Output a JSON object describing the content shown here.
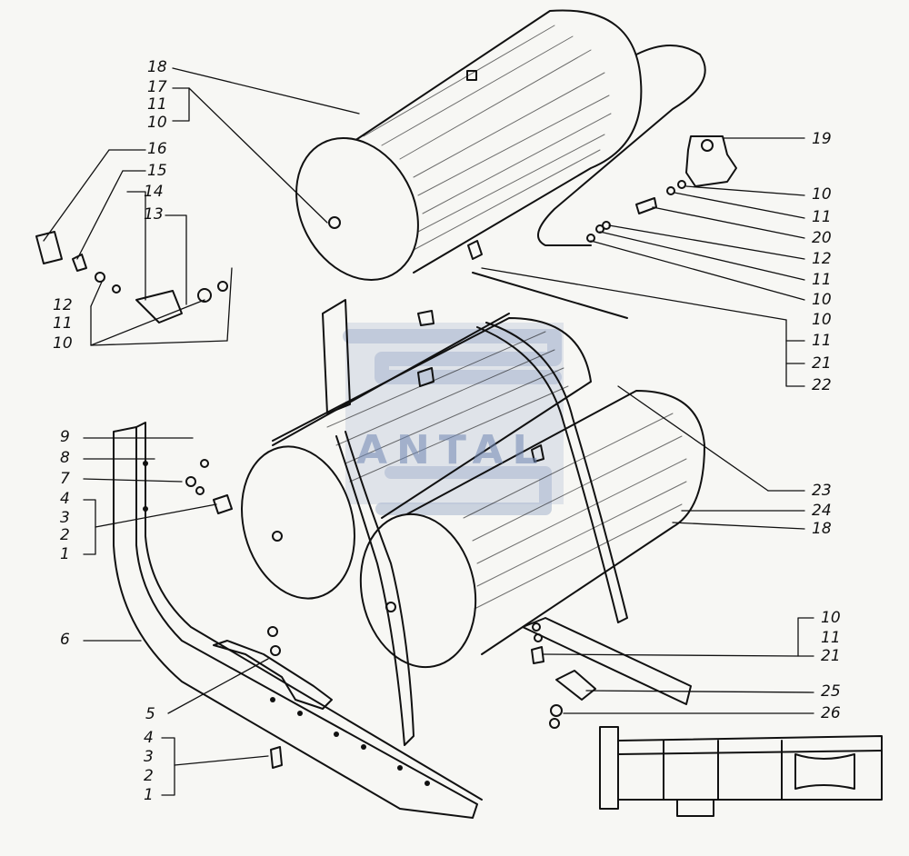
{
  "colors": {
    "ink": "#111111",
    "paper": "#f7f7f4",
    "watermark": "#6f86b3"
  },
  "watermark": {
    "text": "ANTAL"
  },
  "callouts": {
    "left": [
      "18",
      "17",
      "11",
      "10",
      "16",
      "15",
      "14",
      "13",
      "12",
      "11",
      "10",
      "9",
      "8",
      "7",
      "4",
      "3",
      "2",
      "1",
      "6",
      "5",
      "4",
      "3",
      "2",
      "1"
    ],
    "right": [
      "19",
      "10",
      "11",
      "20",
      "12",
      "11",
      "10",
      "10",
      "11",
      "21",
      "22",
      "23",
      "24",
      "18",
      "10",
      "11",
      "21",
      "25",
      "26"
    ]
  },
  "parts": {
    "upper_tank": "receiver-tank",
    "lower_tanks": [
      "receiver-tank",
      "receiver-tank"
    ],
    "bracket": "frame-bracket",
    "frame": "frame-outline"
  }
}
